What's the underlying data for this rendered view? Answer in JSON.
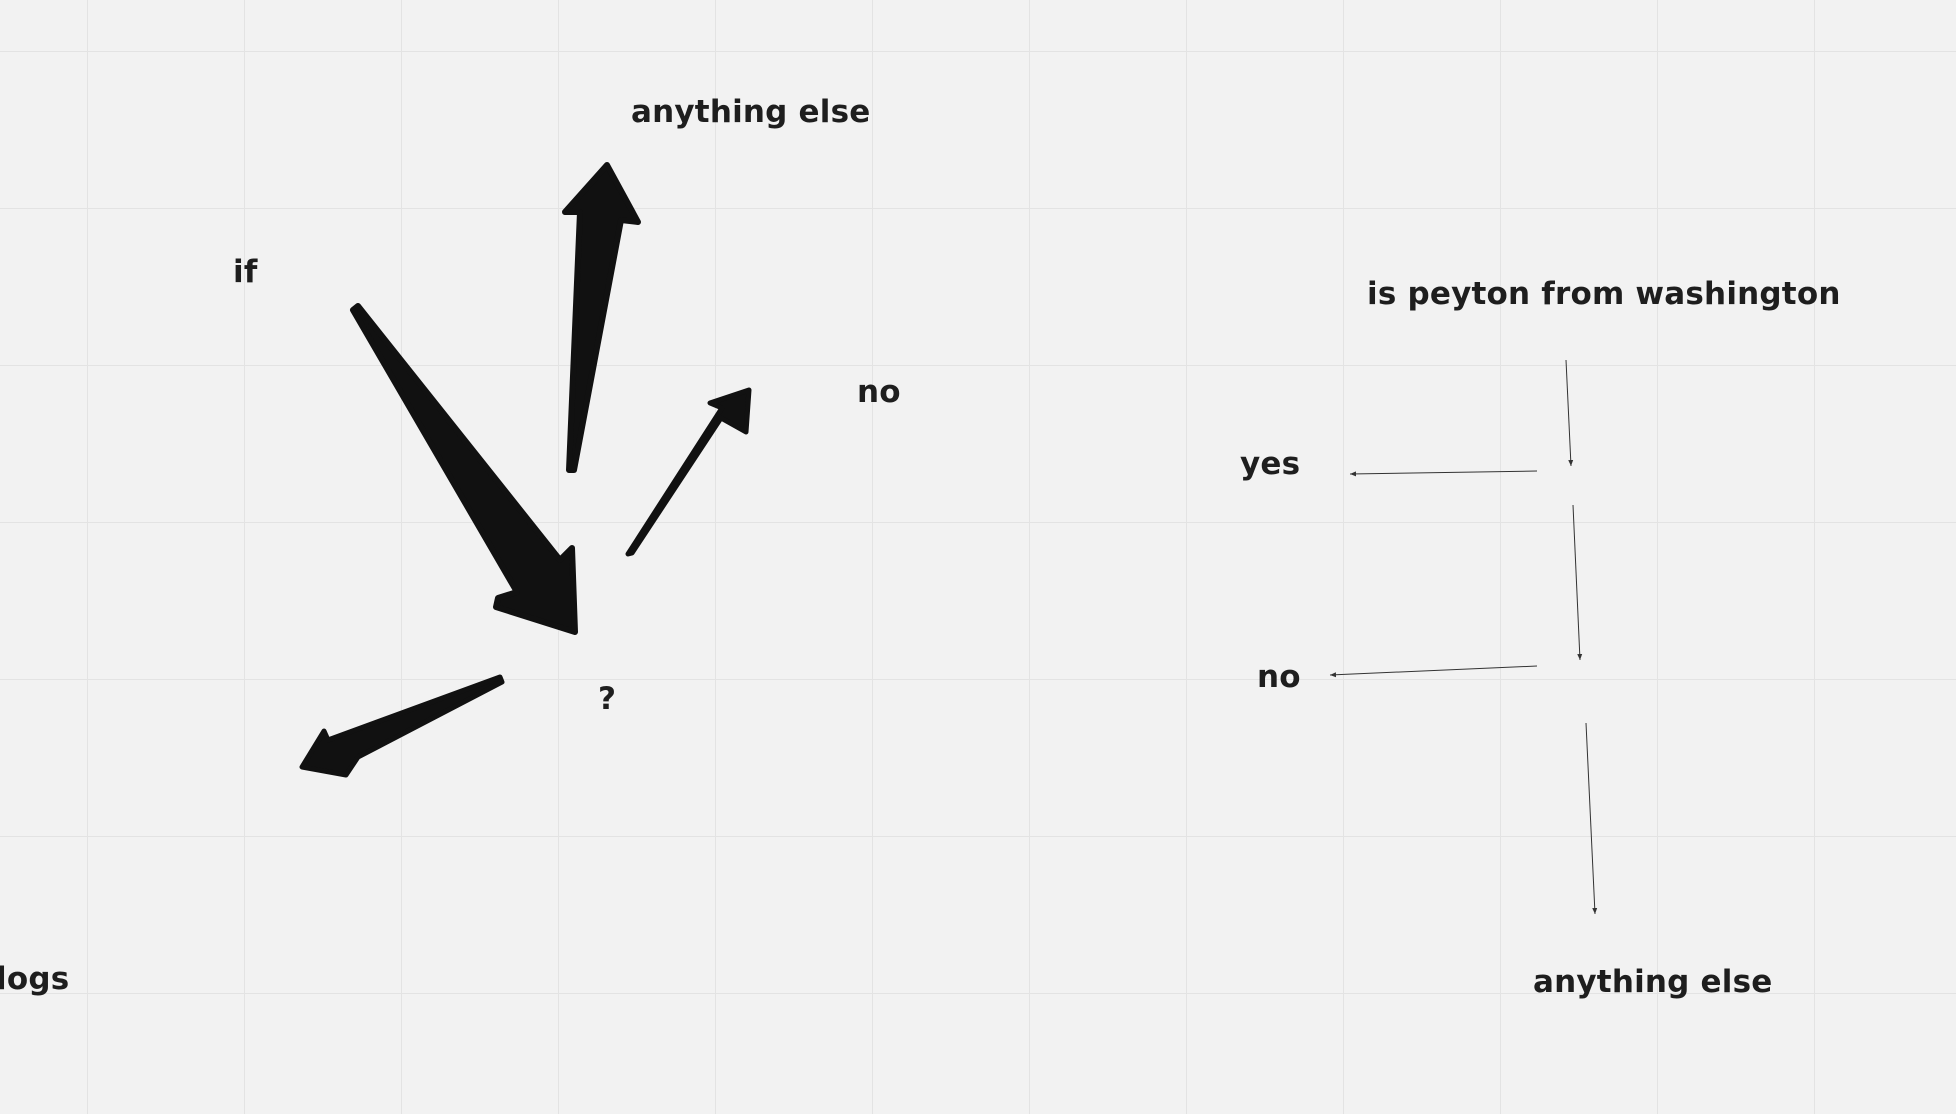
{
  "board": {
    "left_diagram": {
      "if_label": "if",
      "anything_else_label": "anything else",
      "no_label": "no",
      "question_label": "?",
      "dogs_label": "logs"
    },
    "right_diagram": {
      "question_label": "is peyton from washington",
      "yes_label": "yes",
      "no_label": "no",
      "anything_else_label": "anything else"
    }
  },
  "colors": {
    "background": "#f2f2f2",
    "grid": "#e3e3e3",
    "ink": "#111111"
  }
}
